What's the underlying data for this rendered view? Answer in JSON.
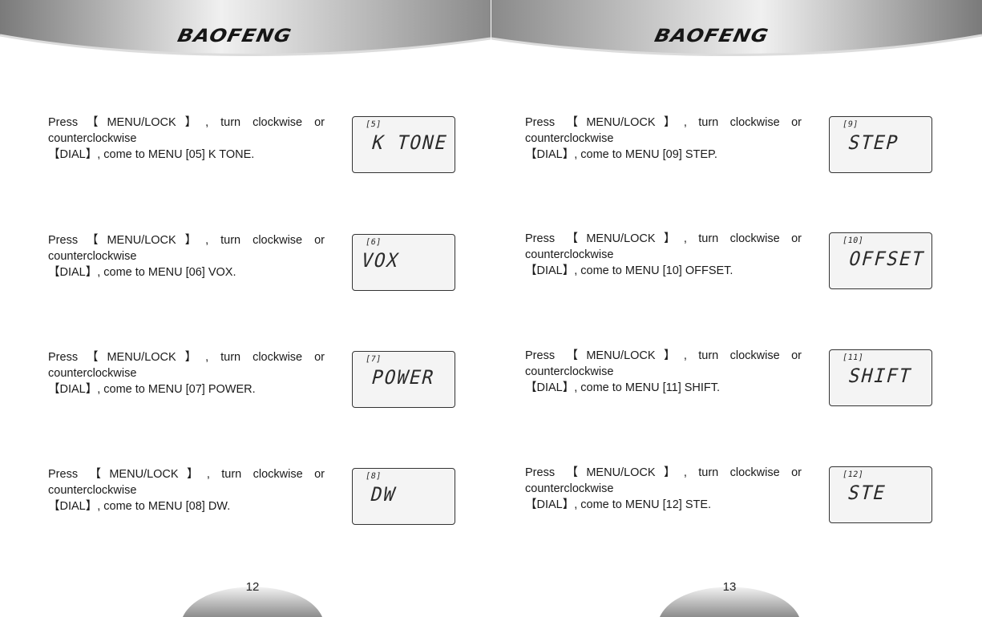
{
  "pages": [
    {
      "brand": "BAOFENG",
      "page_number": "12",
      "entries": [
        {
          "line1": "Press【MENU/LOCK】, turn clockwise or",
          "line2": "counterclockwise",
          "line3": "【DIAL】, come to MENU [05] K TONE.",
          "lcd_number": "[5]",
          "lcd_text": "K TONE"
        },
        {
          "line1": "Press【MENU/LOCK】,  turn clockwise or",
          "line2": "counterclockwise",
          "line3": "【DIAL】, come to MENU [06] VOX.",
          "lcd_number": "[6]",
          "lcd_text": "VOX"
        },
        {
          "line1": "Press【MENU/LOCK】, turn clockwise or",
          "line2": "counterclockwise",
          "line3": "【DIAL】, come to MENU [07] POWER.",
          "lcd_number": "[7]",
          "lcd_text": "POWER"
        },
        {
          "line1": "Press 【MENU/LOCK】, turn clockwise or",
          "line2": "counterclockwise",
          "line3": "【DIAL】, come to MENU [08] DW.",
          "lcd_number": "[8]",
          "lcd_text": "DW"
        }
      ]
    },
    {
      "brand": "BAOFENG",
      "page_number": "13",
      "entries": [
        {
          "line1": "Press 【MENU/LOCK】, turn clockwise or",
          "line2": "counterclockwise",
          "line3": "【DIAL】, come to MENU [09] STEP.",
          "lcd_number": "[9]",
          "lcd_text": "STEP"
        },
        {
          "line1": "Press 【MENU/LOCK】, turn clockwise or",
          "line2": "counterclockwise",
          "line3": "【DIAL】, come to MENU [10] OFFSET.",
          "lcd_number": "[10]",
          "lcd_text": "OFFSET"
        },
        {
          "line1": "Press 【MENU/LOCK】, turn clockwise or",
          "line2": "counterclockwise",
          "line3": "【DIAL】, come to MENU [11] SHIFT.",
          "lcd_number": "[11]",
          "lcd_text": "SHIFT"
        },
        {
          "line1": "Press 【MENU/LOCK】, turn clockwise or",
          "line2": "counterclockwise",
          "line3": "【DIAL】, come to MENU [12] STE.",
          "lcd_number": "[12]",
          "lcd_text": "STE"
        }
      ]
    }
  ]
}
